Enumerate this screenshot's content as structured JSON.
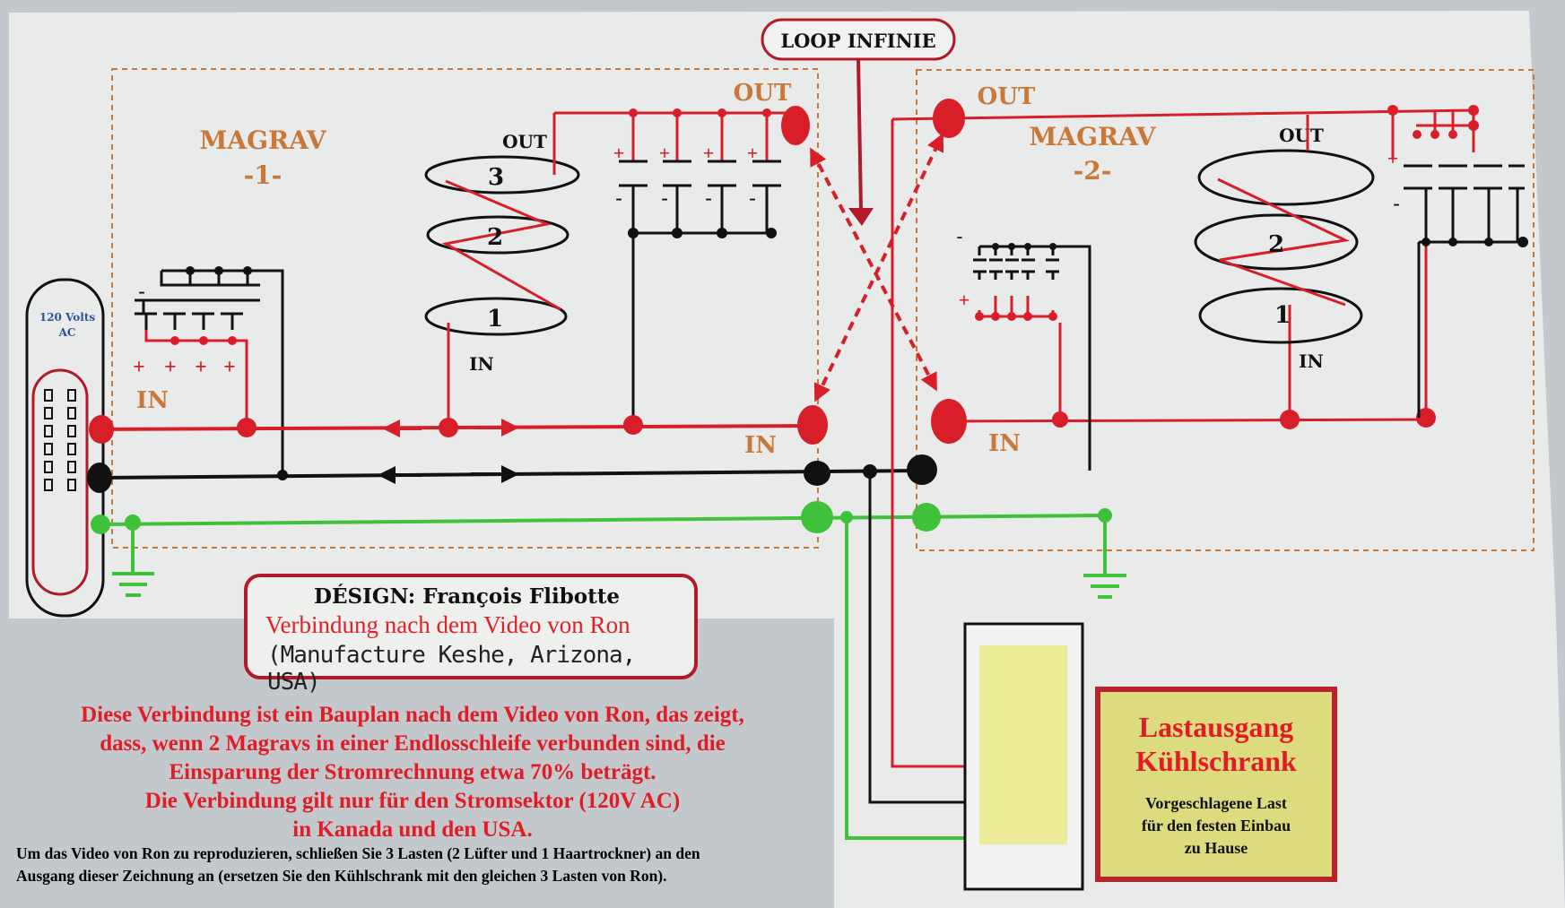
{
  "header": {
    "loop_label": "LOOP INFINIE"
  },
  "magrav1": {
    "title": "MAGRAV",
    "number": "-1-",
    "out_label": "OUT",
    "in_label": "IN",
    "coil_out_label": "OUT",
    "coil_in_label": "IN",
    "coil_numbers": [
      "3",
      "2",
      "1"
    ],
    "out_port_label": "OUT",
    "in_port_label": "IN",
    "plus": "+",
    "minus": "-"
  },
  "magrav2": {
    "title": "MAGRAV",
    "number": "-2-",
    "out_label": "OUT",
    "in_label": "IN",
    "coil_out_label": "OUT",
    "coil_in_label": "IN",
    "coil_numbers": [
      "2",
      "1"
    ],
    "plus": "+",
    "minus": "-"
  },
  "power_source": {
    "label_line1": "120 Volts",
    "label_line2": "AC"
  },
  "design_box": {
    "line1": "DÉSIGN: François Flibotte",
    "line2": "Verbindung nach dem Video von Ron",
    "line3": "(Manufacture Keshe, Arizona, USA)"
  },
  "description": [
    "Diese Verbindung ist ein Bauplan nach dem Video von Ron, das zeigt,",
    "dass, wenn 2 Magravs in einer Endlosschleife verbunden sind, die",
    "Einsparung der Stromrechnung etwa 70% beträgt.",
    "Die Verbindung gilt nur für den Stromsektor (120V AC)",
    "in Kanada und den USA."
  ],
  "note": [
    "Um das Video von Ron zu reproduzieren, schließen Sie 3 Lasten (2 Lüfter und 1 Haartrockner) an den",
    "Ausgang dieser Zeichnung an (ersetzen Sie den Kühlschrank mit den gleichen 3 Lasten von Ron)."
  ],
  "load_box": {
    "title_line1": "Lastausgang",
    "title_line2": "Kühlschrank",
    "sub_line1": "Vorgeschlagene Last",
    "sub_line2": "für den festen Einbau",
    "sub_line3": "zu Hause"
  },
  "colors": {
    "live": "#d81e28",
    "neutral": "#111111",
    "ground": "#3fc23a",
    "accent_orange": "#c9783a",
    "panel": "#e8ebea",
    "load_fill": "#dcdc7e"
  }
}
